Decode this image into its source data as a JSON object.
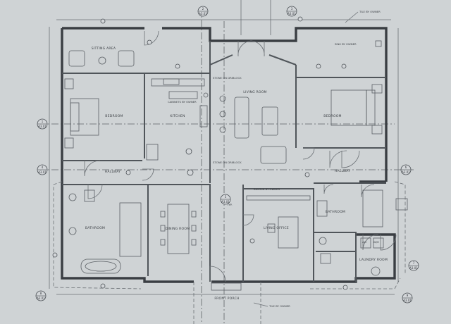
{
  "rooms": {
    "sitting": "SITTING AREA",
    "bedroom_left": "BEDROOM",
    "kitchen": "KITCHEN",
    "living": "LIVING ROOM",
    "bedroom_right": "BEDROOM",
    "hallway_left": "HALLWAY",
    "hallway_right": "HALLWAY",
    "bathroom_left": "BATHROOM",
    "dining": "DINING ROOM",
    "office": "LIVING OFFICE",
    "bathroom_right": "BATHROOM",
    "laundry": "LAUNDRY ROOM",
    "front_porch": "FRONT PORCH"
  },
  "notes": {
    "tile_top": "TILE BY OWNER",
    "sink_owner": "SINK BY OWNER",
    "cabinets": "CABINETS BY OWNER",
    "stone_top": "STONE ON DRIBLOCK",
    "stone_mid": "STONE ON DRIBLOCK",
    "built_in": "BUILT-IN BY OWNER",
    "tile_bottom": "TILE BY OWNER",
    "typ": "TYP.",
    "ac": "A/C",
    "wh": "W/H"
  },
  "section_tags": [
    {
      "num": "1",
      "sheet": "A3.01"
    },
    {
      "num": "2",
      "sheet": "A3.01"
    },
    {
      "num": "3",
      "sheet": "A3.01"
    },
    {
      "num": "4",
      "sheet": "A3.01"
    },
    {
      "num": "5",
      "sheet": "A3.01"
    },
    {
      "num": "6",
      "sheet": "A3.01"
    },
    {
      "num": "7",
      "sheet": "A3.01"
    },
    {
      "num": "8",
      "sheet": "A3.01"
    },
    {
      "num": "9",
      "sheet": "A3.01"
    }
  ],
  "colors": {
    "paper": "#c9cccf",
    "ink": "#3a3e43"
  }
}
